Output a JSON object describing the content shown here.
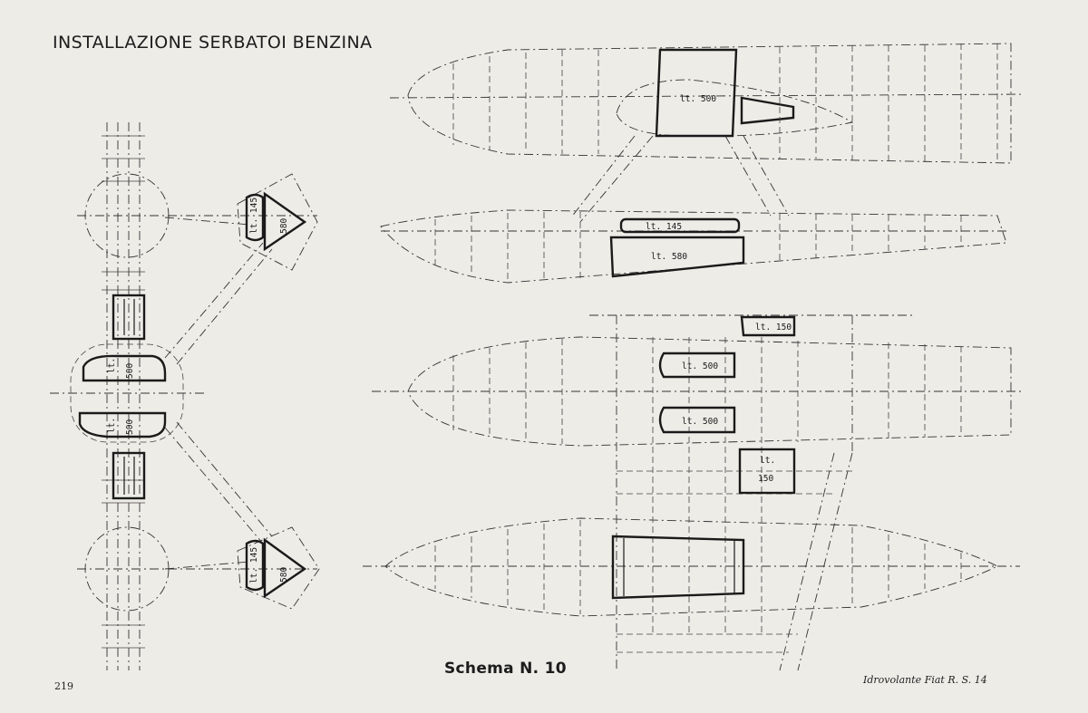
{
  "page": {
    "title": "INSTALLAZIONE SERBATOI BENZINA",
    "schema_label": "Schema N. 10",
    "page_number": "219",
    "caption": "Idrovolante Fiat R. S. 14"
  },
  "tank_labels": {
    "lt": "lt.",
    "top_view_wing": "lt. 500",
    "top_view_float_upper": "lt. 145",
    "top_view_float_lower": "lt. 580",
    "side_top": "lt. 150",
    "side_mid1": "lt. 500",
    "side_mid2": "lt. 500",
    "side_low": "150",
    "front_145": "lt. 145",
    "front_580": "580",
    "front_500": "500"
  }
}
